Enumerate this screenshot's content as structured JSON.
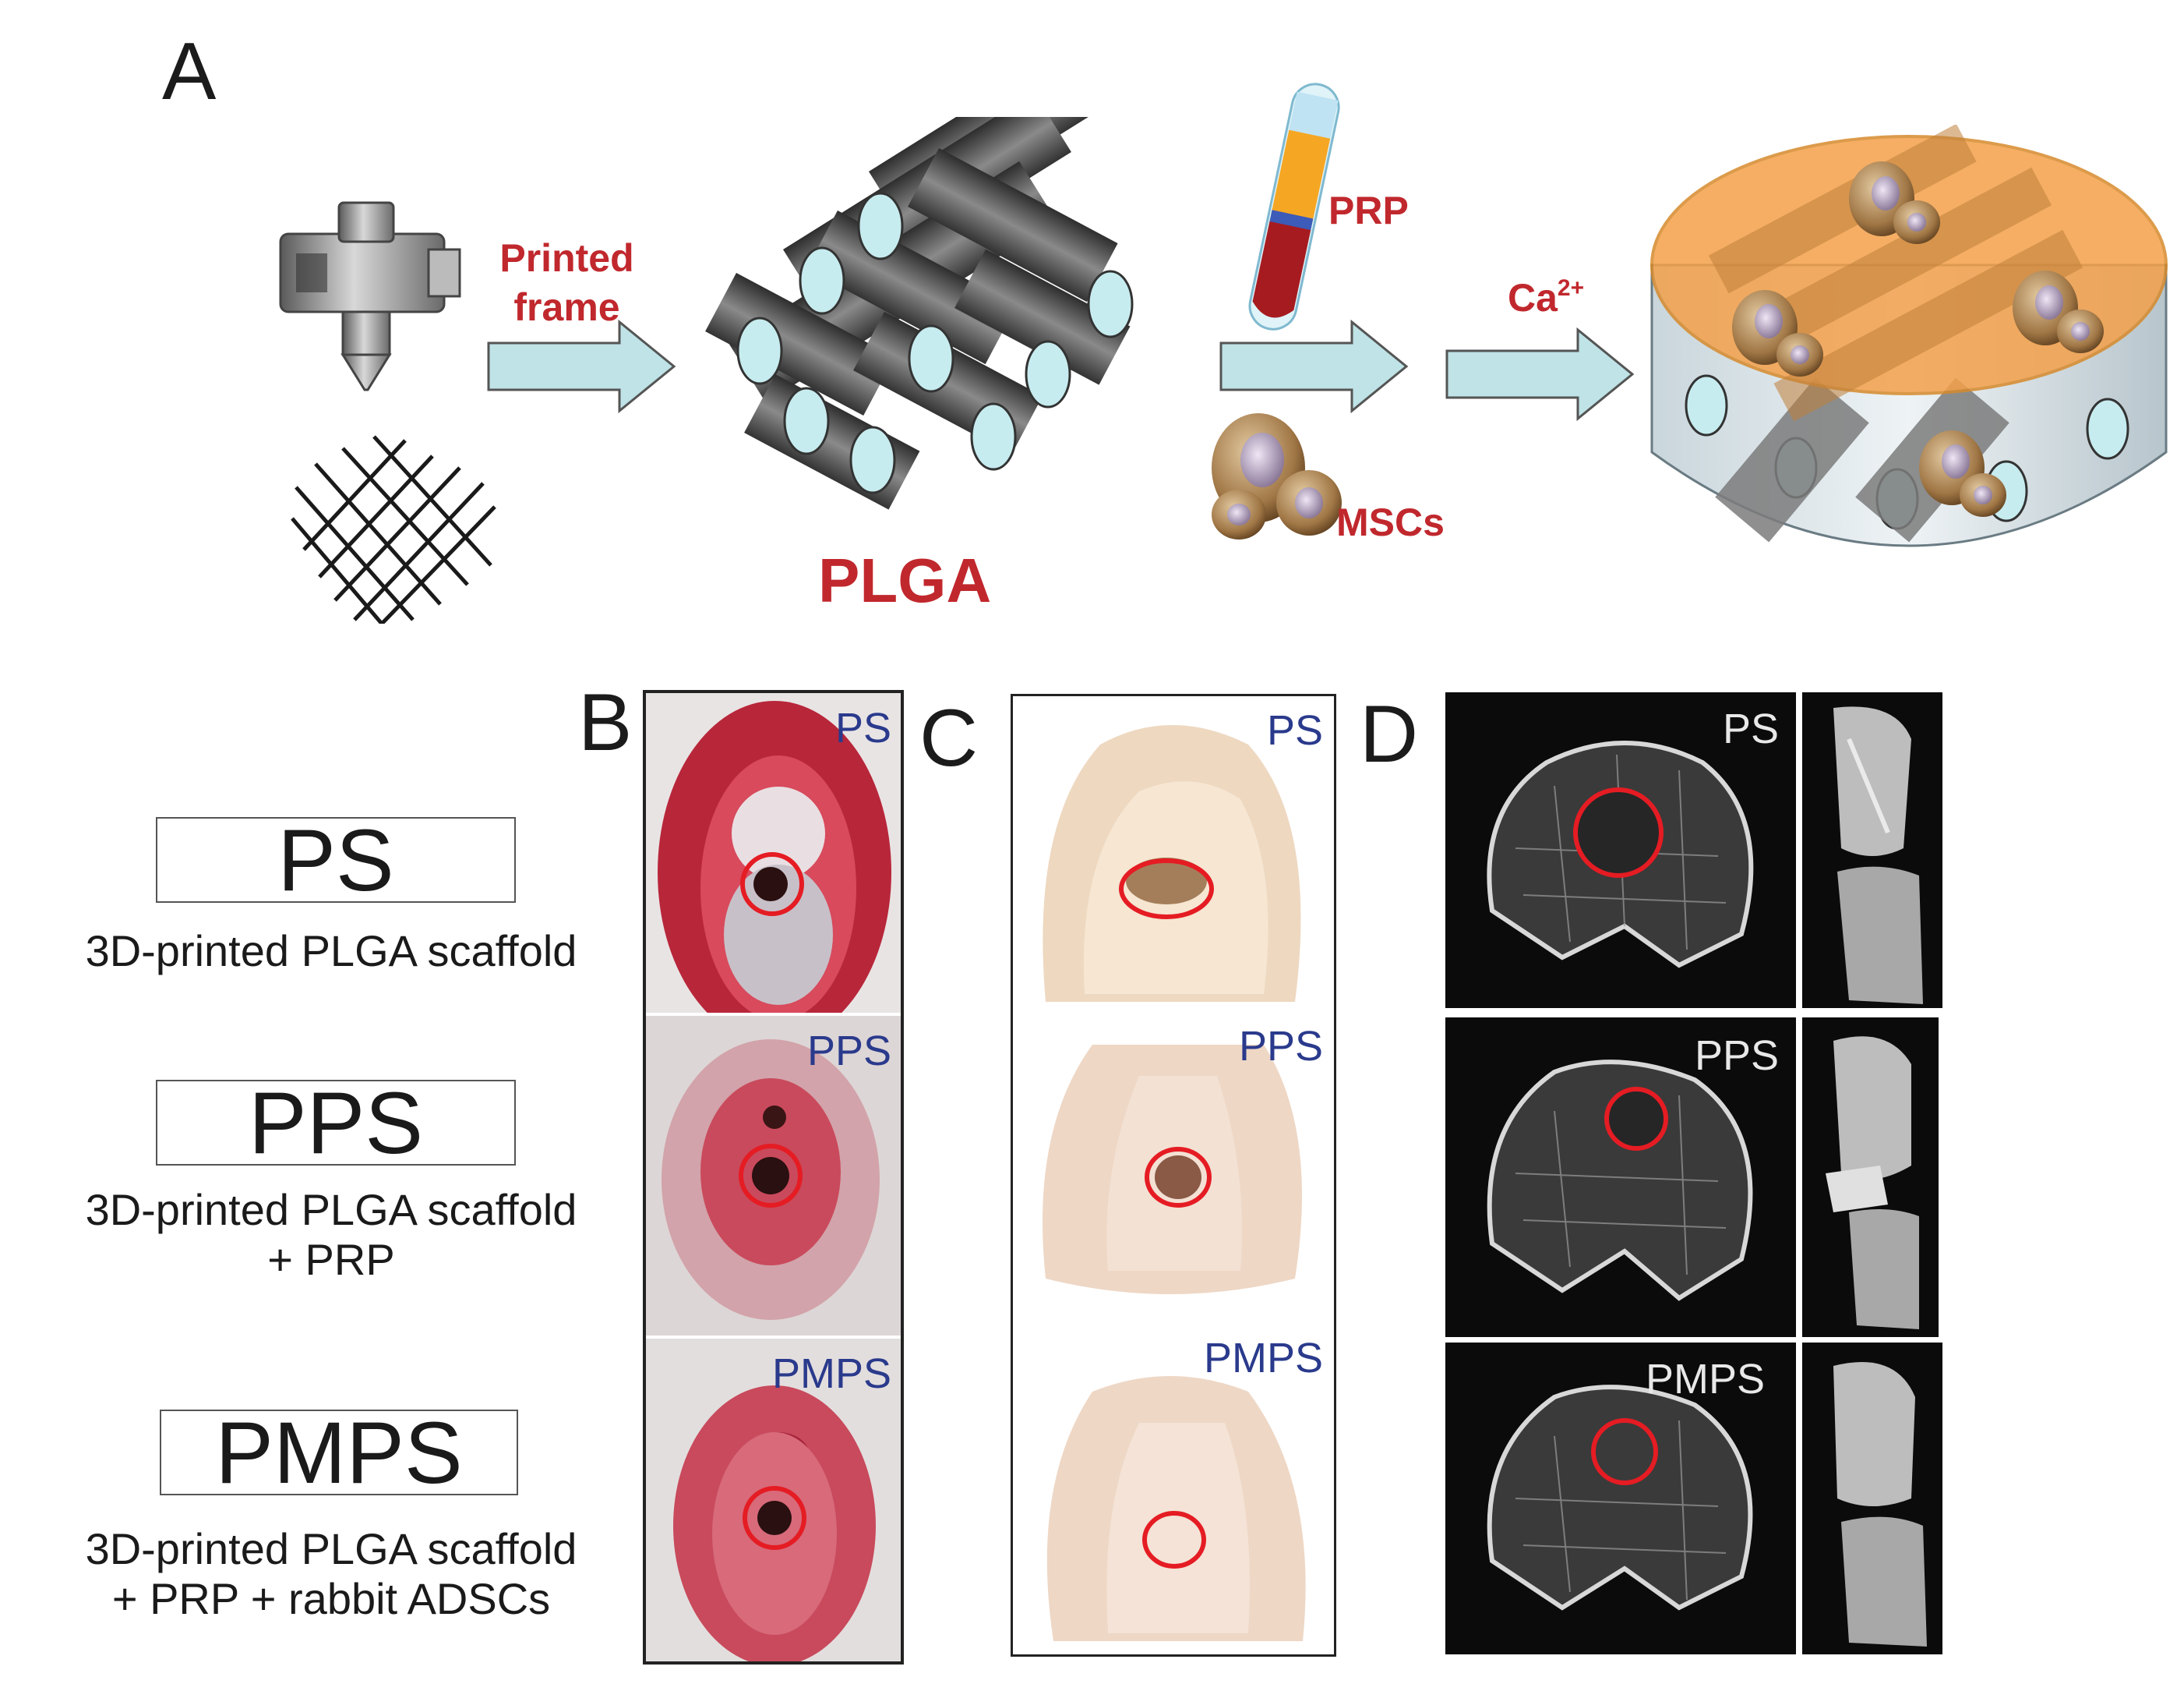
{
  "panels": {
    "a": "A",
    "b": "B",
    "c": "C",
    "d": "D"
  },
  "schematic": {
    "printed_frame": [
      "Printed",
      "frame"
    ],
    "plga": "PLGA",
    "prp": "PRP",
    "mscs": "MSCs",
    "calcium_base": "Ca",
    "calcium_sup": "2+"
  },
  "groups": [
    {
      "code": "PS",
      "desc_lines": [
        "3D-printed PLGA scaffold"
      ]
    },
    {
      "code": "PPS",
      "desc_lines": [
        "3D-printed PLGA scaffold",
        "+ PRP"
      ]
    },
    {
      "code": "PMPS",
      "desc_lines": [
        "3D-printed PLGA scaffold",
        "+ PRP + rabbit ADSCs"
      ]
    }
  ],
  "photo_labels": [
    "PS",
    "PPS",
    "PMPS"
  ],
  "colors": {
    "label_red": "#c0282d",
    "photo_label_blue": "#2a3a8c",
    "arrow_fill": "#bfe3e6",
    "defect_circle": "#e51c23"
  }
}
